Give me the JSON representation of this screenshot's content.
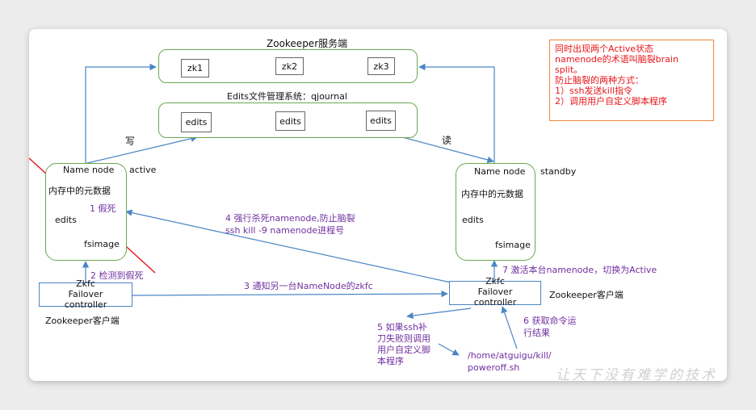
{
  "server": {
    "title": "Zookeeper服务端",
    "nodes": [
      "zk1",
      "zk2",
      "zk3"
    ]
  },
  "edits_system": {
    "title": "Edits文件管理系统：qjournal",
    "nodes": [
      "edits",
      "edits",
      "edits"
    ]
  },
  "labels": {
    "write": "写",
    "read": "读"
  },
  "active_namenode": {
    "title": "Name node",
    "state": "active",
    "memory": "内存中的元数据",
    "fake_death": "1 假死",
    "edits": "edits",
    "fsimage": "fsimage"
  },
  "standby_namenode": {
    "title": "Name node",
    "state": "standby",
    "memory": "内存中的元数据",
    "edits": "edits",
    "fsimage": "fsimage"
  },
  "left_zkfc": {
    "lines": [
      "Zkfc",
      "Failover",
      "controller"
    ],
    "client": "Zookeeper客户端"
  },
  "right_zkfc": {
    "lines": [
      "Zkfc",
      "Failover",
      "controller"
    ],
    "client": "Zookeeper客户端"
  },
  "steps": {
    "detect": "2 检测到假死",
    "notify": "3 通知另一台NameNode的zkfc",
    "kill_1": "4 强行杀死namenode,防止脑裂",
    "kill_2": "ssh kill -9 namenode进程号",
    "fallback": [
      "5 如果ssh补",
      "刀失败则调用",
      "用户自定义脚",
      "本程序"
    ],
    "result": [
      "6 获取命令运",
      "行结果"
    ],
    "activate": "7 激活本台namenode，切换为Active"
  },
  "script_path": [
    "/home/atguigu/kill/",
    "poweroff.sh"
  ],
  "note": [
    "同时出现两个Active状态",
    "namenode的术语叫脑裂brain",
    "split。",
    "防止脑裂的两种方式：",
    "1）ssh发送kill指令",
    "2）调用用户自定义脚本程序"
  ],
  "watermark": "让天下没有难学的技术",
  "colors": {
    "green_border": "#6aa84f",
    "blue_arrow": "#4a86c5",
    "purple_text": "#7030a0",
    "red_text": "#e8141a",
    "note_border": "#f0873c"
  }
}
